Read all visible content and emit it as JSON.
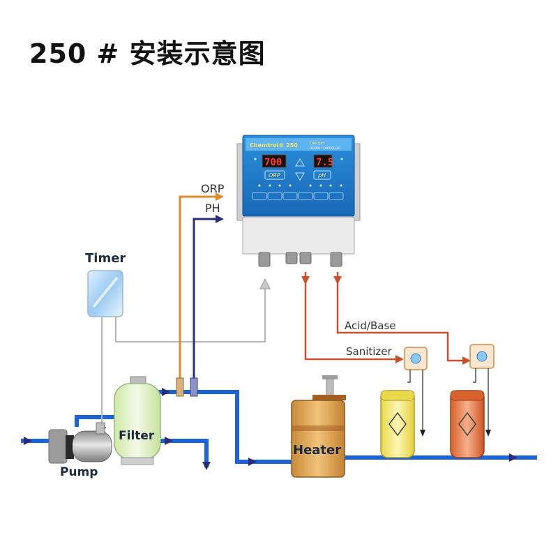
{
  "title": "250 # 安装示意图",
  "controller": {
    "brand": "Chemtrol® 250",
    "model_sub": "ORP/pH",
    "model_sub2": "DIGITAL CONTROLLER",
    "orp_display": "700",
    "ph_display": "7.5",
    "orp_tag": "ORP",
    "ph_tag": "pH"
  },
  "labels": {
    "orp": "ORP",
    "ph": "PH",
    "timer": "Timer",
    "acid_base": "Acid/Base",
    "sanitizer": "Sanitizer",
    "filter": "Filter",
    "pump": "Pump",
    "heater": "Heater"
  },
  "colors": {
    "water_pipe": "#1a63d8",
    "orp_line": "#e08a2a",
    "ph_line": "#2a2e7a",
    "chem_line": "#c8502a",
    "signal_line": "#b5b5b5",
    "flow_arrow": "#2a2e7a"
  }
}
